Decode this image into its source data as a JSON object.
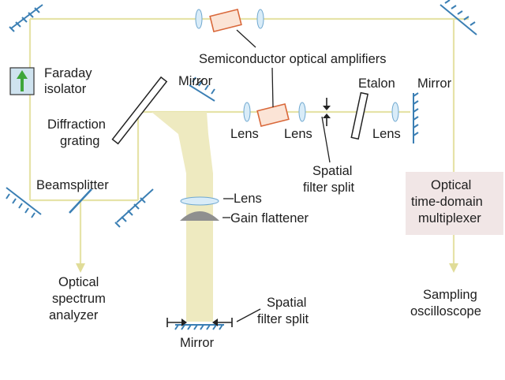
{
  "labels": {
    "soa": "Semiconductor optical amplifiers",
    "faraday_line1": "Faraday",
    "faraday_line2": "isolator",
    "mirror_top": "Mirror",
    "mirror_right": "Mirror",
    "mirror_bottom": "Mirror",
    "etalon": "Etalon",
    "grating_line1": "Diffraction",
    "grating_line2": "grating",
    "lens_1": "Lens",
    "lens_2": "Lens",
    "lens_3": "Lens",
    "lens_4": "Lens",
    "spatial_filter_top_line1": "Spatial",
    "spatial_filter_top_line2": "filter split",
    "beamsplitter": "Beamsplitter",
    "gain_flattener": "Gain flattener",
    "otdm_line1": "Optical",
    "otdm_line2": "time-domain",
    "otdm_line3": "multiplexer",
    "osa_line1": "Optical",
    "osa_line2": "spectrum",
    "osa_line3": "analyzer",
    "scope_line1": "Sampling",
    "scope_line2": "oscilloscope",
    "spatial_filter_bottom_line1": "Spatial",
    "spatial_filter_bottom_line2": "filter split"
  },
  "colors": {
    "beam": "#e6e3a8",
    "cavity_beam": "#eeeac0",
    "mirror": "#3b7fb4",
    "lens": "#d9ecf8",
    "amplifier": "#d9683a",
    "isolator_arrow": "#3fa63a",
    "isolator_box": "#cfe3ef",
    "multiplexer_box": "#f1e6e6",
    "gain_flattener": "#8f8f8f"
  }
}
